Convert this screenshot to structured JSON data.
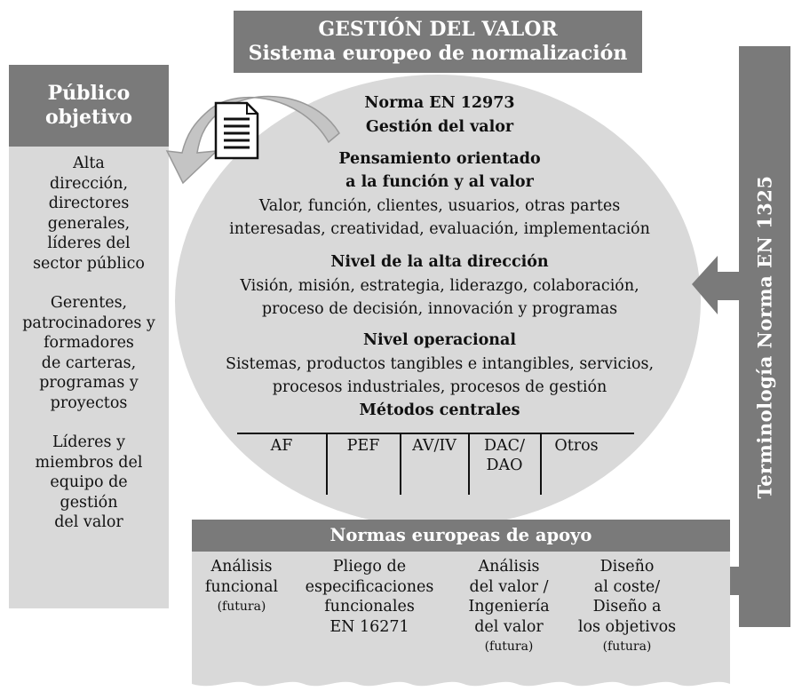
{
  "top_banner": {
    "line1": "GESTIÓN DEL VALOR",
    "line2": "Sistema europeo de normalización"
  },
  "left_panel": {
    "header": [
      "Público",
      "objetivo"
    ],
    "groups": [
      [
        "Alta",
        "dirección,",
        "directores",
        "generales,",
        "líderes del",
        "sector público"
      ],
      [
        "Gerentes,",
        "patrocinadores y",
        "formadores",
        "de carteras,",
        "programas y",
        "proyectos"
      ],
      [
        "Líderes y",
        "miembros del",
        "equipo de",
        "gestión",
        "del valor"
      ]
    ]
  },
  "right_bar": {
    "label": "Terminología Norma EN 1325"
  },
  "ellipse": {
    "title1": "Norma EN 12973",
    "title2": "Gestión del valor",
    "section1_h1": "Pensamiento orientado",
    "section1_h2": "a la función y al valor",
    "section1_t1": "Valor, función, clientes, usuarios, otras partes",
    "section1_t2": "interesadas, creatividad, evaluación, implementación",
    "section2_h": "Nivel de la alta dirección",
    "section2_t1": "Visión, misión, estrategia, liderazgo, colaboración,",
    "section2_t2": "proceso de decisión, innovación y programas",
    "section3_h": "Nivel operacional",
    "section3_t1": "Sistemas, productos tangibles e intangibles, servicios,",
    "section3_t2": "procesos industriales, procesos de gestión",
    "methods_h": "Métodos centrales",
    "methods": [
      "AF",
      "PEF",
      "AV/IV",
      "DAC/",
      "DAO",
      "Otros"
    ]
  },
  "support": {
    "header": "Normas europeas de apoyo",
    "col1": [
      "Análisis",
      "funcional",
      "(futura)"
    ],
    "col2": [
      "Pliego de",
      "especificaciones",
      "funcionales",
      "EN 16271"
    ],
    "col3": [
      "Análisis",
      "del valor /",
      "Ingeniería",
      "del valor",
      "(futura)"
    ],
    "col4": [
      "Diseño",
      "al coste/",
      "Diseño a",
      "los objetivos",
      "(futura)"
    ]
  },
  "colors": {
    "dark": "#7a7a7a",
    "light": "#d9d9d9"
  },
  "icons": [
    "document-icon",
    "curved-arrow-icon",
    "left-arrow-icon"
  ]
}
